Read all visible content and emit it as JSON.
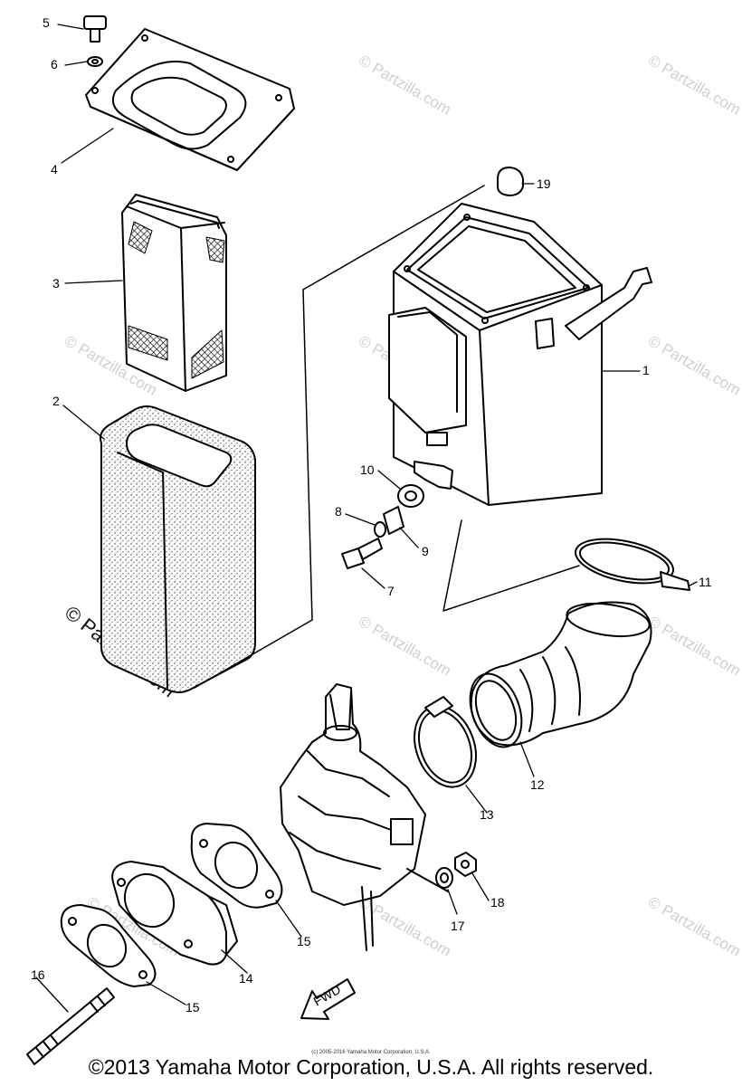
{
  "callouts": [
    "1",
    "2",
    "3",
    "4",
    "5",
    "6",
    "7",
    "8",
    "9",
    "10",
    "11",
    "12",
    "13",
    "14",
    "15",
    "15",
    "16",
    "17",
    "18",
    "19"
  ],
  "watermark": "© Partzilla.com",
  "fwd_label": "FWD",
  "small_copyright": "(c) 2005-2016 Yamaha Motor Corporation, U.S.A.",
  "copyright": "©2013 Yamaha Motor Corporation, U.S.A. All rights reserved."
}
